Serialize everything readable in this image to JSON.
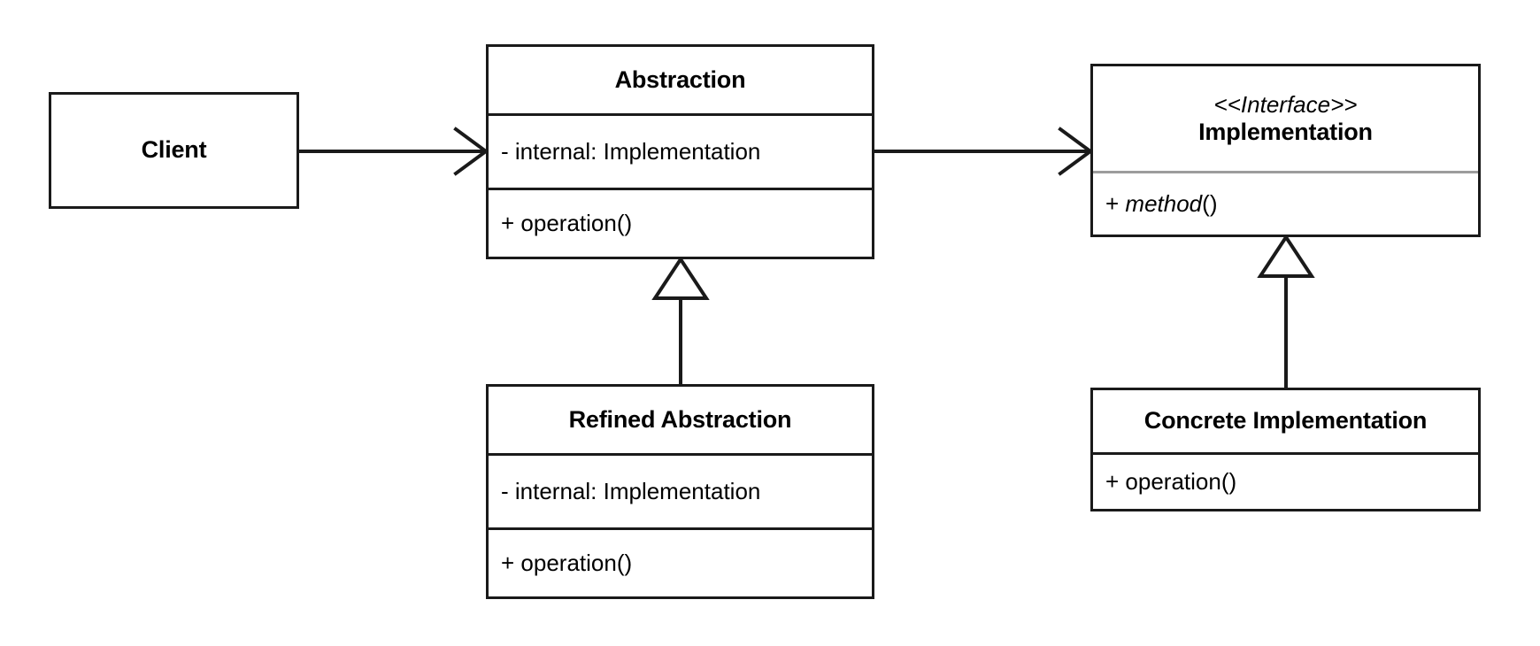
{
  "diagram": {
    "type": "uml-class-diagram",
    "pattern": "Bridge",
    "background_color": "#ffffff",
    "line_color": "#1a1a1a",
    "divider_gray": "#9c9c9c"
  },
  "classes": {
    "client": {
      "name": "Client",
      "compartments": []
    },
    "abstraction": {
      "name": "Abstraction",
      "attribute": "- internal: Implementation",
      "operation": "+ operation()"
    },
    "implementation": {
      "stereotype": "<<Interface>>",
      "name": "Implementation",
      "method_prefix": "+ ",
      "method_name": "method",
      "method_suffix": "()"
    },
    "refined_abstraction": {
      "name": "Refined Abstraction",
      "attribute": "- internal: Implementation",
      "operation": "+ operation()"
    },
    "concrete_implementation": {
      "name": "Concrete Implementation",
      "operation": "+ operation()"
    }
  },
  "relationships": [
    {
      "id": "client-to-abstraction",
      "from": "Client",
      "to": "Abstraction",
      "kind": "association",
      "arrowhead": "open-v"
    },
    {
      "id": "abstraction-to-implementation",
      "from": "Abstraction",
      "to": "Implementation",
      "kind": "association",
      "arrowhead": "open-v"
    },
    {
      "id": "refined-to-abstraction",
      "from": "Refined Abstraction",
      "to": "Abstraction",
      "kind": "generalization",
      "arrowhead": "hollow-triangle"
    },
    {
      "id": "concrete-to-implementation",
      "from": "Concrete Implementation",
      "to": "Implementation",
      "kind": "generalization",
      "arrowhead": "hollow-triangle"
    }
  ]
}
